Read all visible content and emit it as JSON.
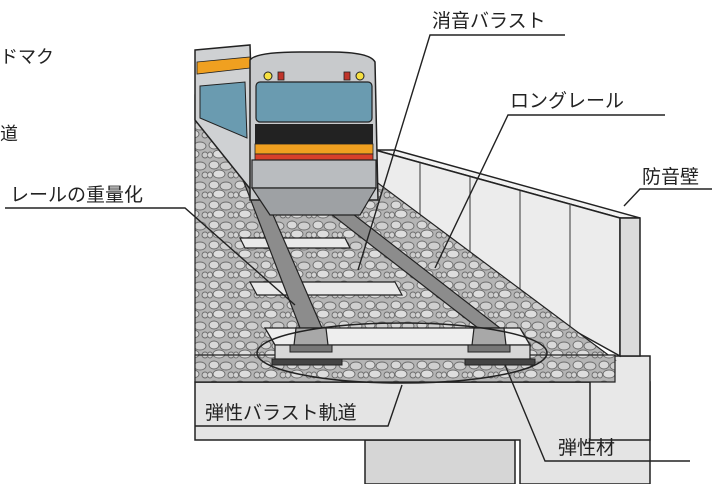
{
  "labels": {
    "sound_absorbing_ballast": "消音バラスト",
    "long_rail": "ロングレール",
    "noise_barrier": "防音壁",
    "heavier_rail": "レールの重量化",
    "elastic_ballast_track": "弾性バラスト軌道",
    "elastic_material": "弾性材"
  },
  "left_fragments": {
    "top": "ドマク",
    "middle": "道"
  },
  "colors": {
    "line": "#222222",
    "train_body": "#c8cacc",
    "train_window": "#6a9bb0",
    "train_orange": "#f0a020",
    "train_red": "#d8402a",
    "ballast": "#b9b9b9",
    "concrete": "#e6e6e6",
    "rail": "#8c8c8c",
    "sleeper": "#e9e9e9"
  }
}
